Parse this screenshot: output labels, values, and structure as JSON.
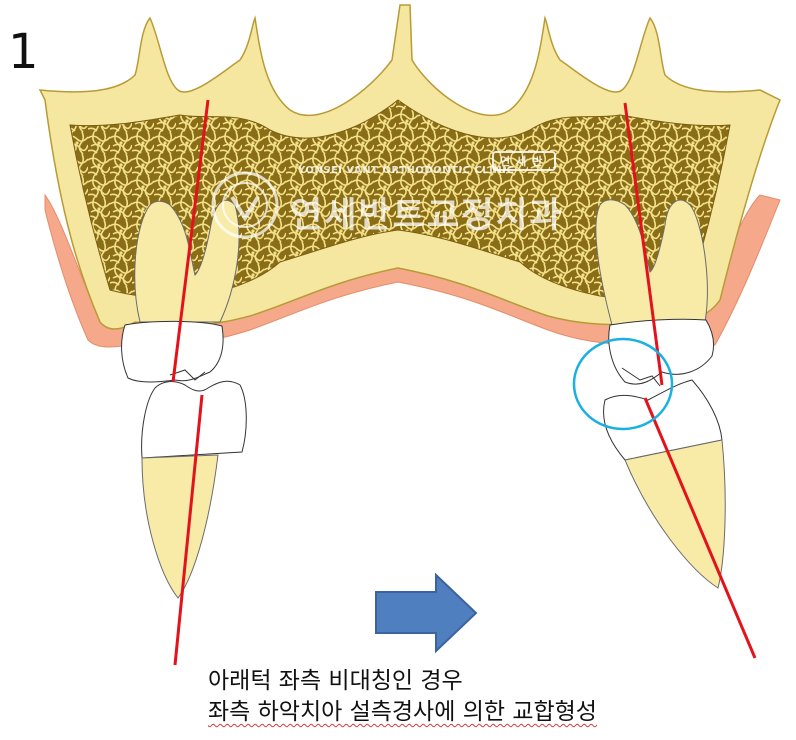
{
  "panel_number": "1",
  "watermark": {
    "english": "YONSEI VANT ORTHODONTIC CLINIC",
    "korean": "연세반트교정치과",
    "badge": "연세반"
  },
  "caption": {
    "line1": "아래턱 좌측 비대칭인 경우",
    "line2": "좌측 하악치아 설측경사에 의한 교합형성"
  },
  "colors": {
    "bone": "#f5e7a0",
    "bone_outline": "#c8b048",
    "trabecular": "#8a6d17",
    "gingiva": "#f5a98a",
    "tooth_root": "#f8eba8",
    "tooth_crown": "#ffffff",
    "axis_line": "#e3121b",
    "highlight_circle": "#1ab0e3",
    "arrow": "#4f7fbf"
  },
  "icons": {
    "arrow": "arrow-right-icon",
    "logo": "clinic-logo-icon"
  }
}
